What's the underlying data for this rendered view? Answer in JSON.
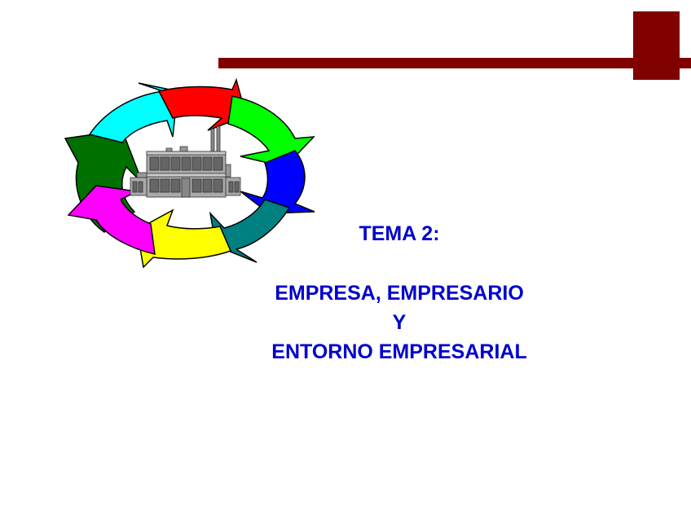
{
  "slide": {
    "background": "#ffffff",
    "accent_color": "#800000",
    "text_color": "#0000cc",
    "topic_label": "TEMA 2:",
    "title_lines": [
      "EMPRESA, EMPRESARIO",
      "Y",
      "ENTORNO EMPRESARIAL"
    ]
  },
  "graphic": {
    "type": "cycle-arrows-around-factory",
    "arrow_colors": [
      "#00ffff",
      "#ff0000",
      "#00ff00",
      "#0000ff",
      "#008080",
      "#ffff00",
      "#ff00ff",
      "#007000"
    ],
    "center_icon": "factory-icon"
  }
}
